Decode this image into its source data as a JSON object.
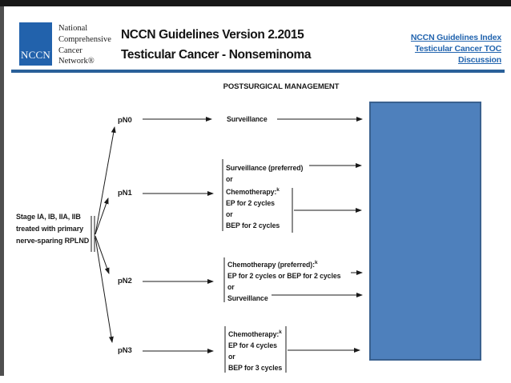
{
  "colors": {
    "nccn_blue": "#2262AC",
    "link_blue": "#2365AF",
    "rule_blue": "#2A6099",
    "outcome_box_fill": "#4E80BC",
    "outcome_box_border": "#3A618F",
    "line_black": "#1A1A1A"
  },
  "header": {
    "logo_abbr": "NCCN",
    "org_line1": "National",
    "org_line2": "Comprehensive",
    "org_line3": "Cancer",
    "org_line4": "Network®",
    "title_line1": "NCCN Guidelines Version 2.2015",
    "title_line2": "Testicular Cancer - Nonseminoma",
    "links": {
      "index": "NCCN Guidelines Index",
      "toc": "Testicular Cancer TOC",
      "discussion": "Discussion"
    }
  },
  "flowchart": {
    "heading": "POSTSURGICAL MANAGEMENT",
    "root_line1": "Stage IA, IB, IIA, IIB",
    "root_line2": "treated with primary",
    "root_line3": "nerve-sparing RPLND",
    "pn0": {
      "label": "pN0",
      "option1": "Surveillance"
    },
    "pn1": {
      "label": "pN1",
      "option1": "Surveillance (preferred)",
      "or1": "or",
      "option2": "Chemotherapy:",
      "option2_sup": "k",
      "option2a": "EP for 2 cycles",
      "or2": "or",
      "option2b": "BEP for 2 cycles"
    },
    "pn2": {
      "label": "pN2",
      "option1": "Chemotherapy (preferred):",
      "option1_sup": "k",
      "option1a": "EP for 2 cycles or BEP for 2 cycles",
      "or1": "or",
      "option2": "Surveillance"
    },
    "pn3": {
      "label": "pN3",
      "option1": "Chemotherapy:",
      "option1_sup": "k",
      "option1a": "EP for 4 cycles",
      "or1": "or",
      "option1b": "BEP for 3 cycles"
    }
  }
}
